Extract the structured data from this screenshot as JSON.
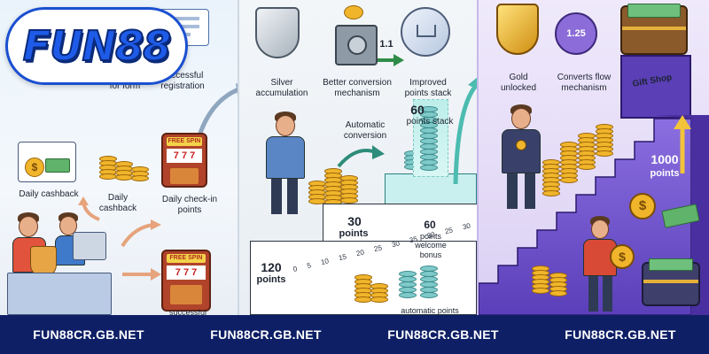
{
  "logo": {
    "text": "FUN88"
  },
  "panel1": {
    "form_label": "for form",
    "successful_registration": "successful\nregistration",
    "daily_cashback_a": "Daily cashback",
    "daily_cashback_b": "Daily\ncashback",
    "daily_checkin": "Daily check-in\npoints",
    "free_spin_a": "FREE SPIN",
    "free_spin_b": "FREE SPIN",
    "reels": "7 7 7",
    "successful_bottom": "successful"
  },
  "panel2": {
    "silver": "Silver\naccumulation",
    "better_conversion": "Better conversion\nmechanism",
    "ratio_1": "1.1",
    "improved": "Improved\npoints stack",
    "automatic_conversion": "Automatic\nconversion",
    "points_60_num": "60",
    "points_60_label": "points stack",
    "points_30_num": "30",
    "points_30_label": "points",
    "points_120_num": "120",
    "points_120_label": "points",
    "ruler_ticks": [
      "0",
      "5",
      "10",
      "15",
      "20",
      "25",
      "30",
      "35",
      "30",
      "25",
      "30"
    ],
    "bonus_num": "60",
    "bonus_label": "points\nwelcome\nbonus",
    "automatic_points": "automatic points"
  },
  "panel3": {
    "gold": "Gold\nunlocked",
    "ratio_2": "1.25",
    "converts": "Converts flow\nmechanism",
    "gift_shop": "Gift Shop",
    "points_1000_num": "1000",
    "points_1000_label": "points"
  },
  "footer": {
    "items": [
      "FUN88CR.GB.NET",
      "FUN88CR.GB.NET",
      "FUN88CR.GB.NET",
      "FUN88CR.GB.NET"
    ]
  },
  "colors": {
    "brand_blue": "#1e5be8",
    "footer_bg": "#0e1f66",
    "coin_gold": "#f0b52b",
    "stair_purple": "#6f52c8"
  }
}
